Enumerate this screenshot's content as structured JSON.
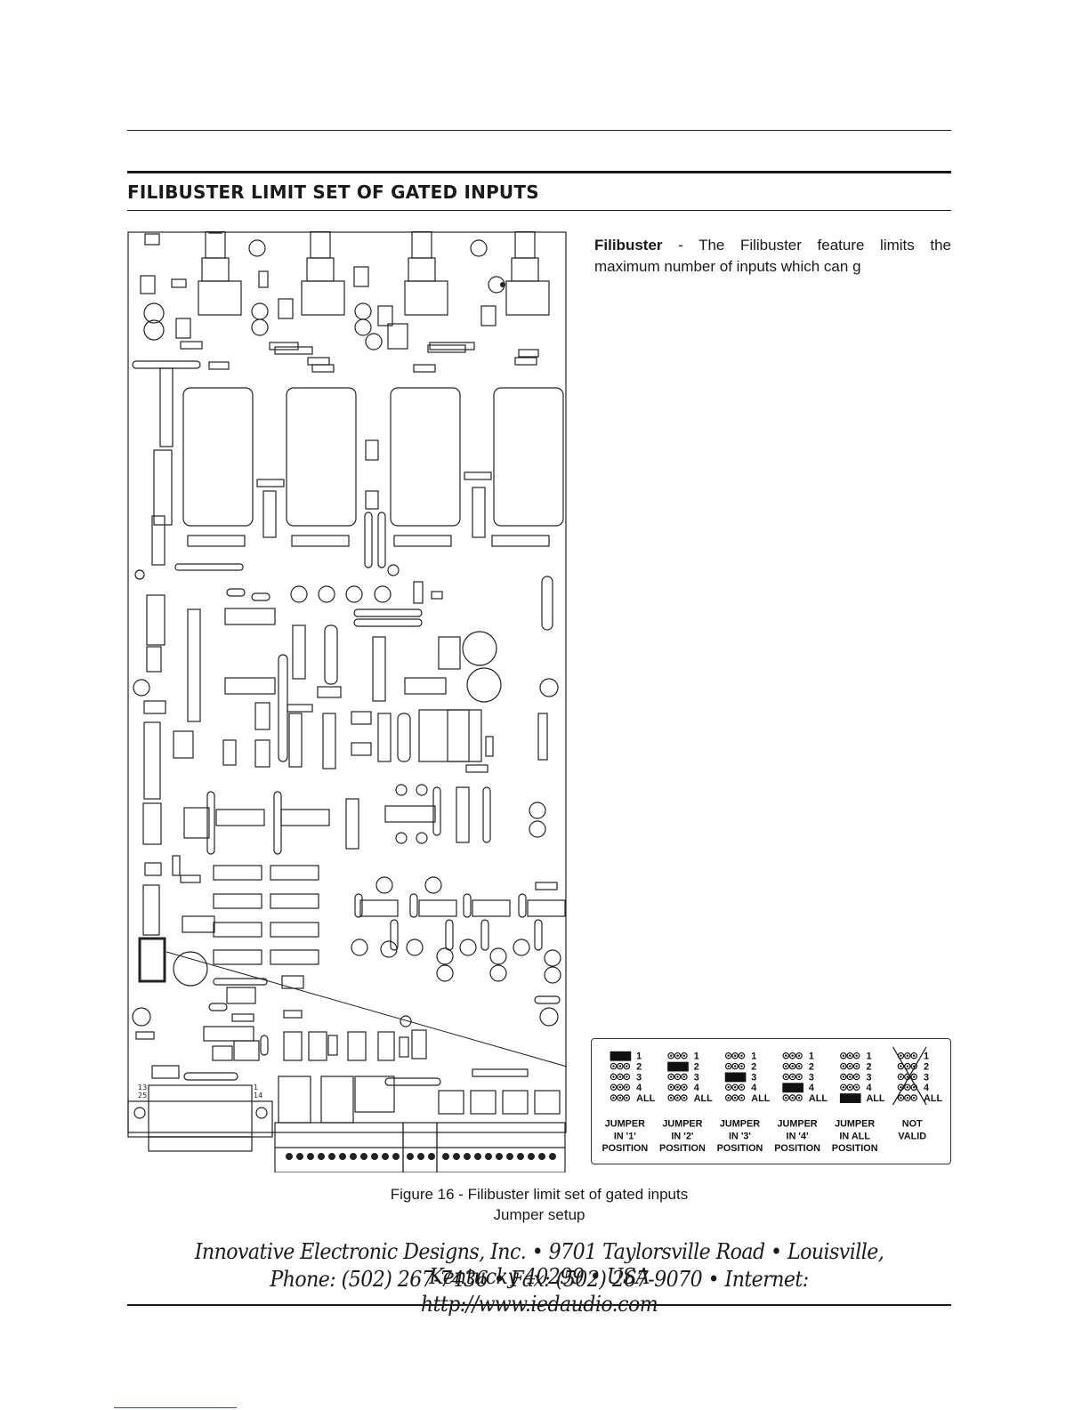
{
  "section": {
    "title": "FILIBUSTER LIMIT SET OF GATED INPUTS"
  },
  "intro": {
    "term": "Filibuster",
    "text": " - The Filibuster feature limits the maximum number of inputs which can g"
  },
  "pcb": {
    "connector_labels": [
      "13",
      "25",
      "1",
      "14"
    ]
  },
  "jumpers": {
    "row_labels": [
      "1",
      "2",
      "3",
      "4",
      "ALL"
    ],
    "configs": [
      {
        "caption": [
          "JUMPER",
          "IN '1'",
          "POSITION"
        ],
        "jumper_row": 0,
        "invalid": false
      },
      {
        "caption": [
          "JUMPER",
          "IN '2'",
          "POSITION"
        ],
        "jumper_row": 1,
        "invalid": false
      },
      {
        "caption": [
          "JUMPER",
          "IN '3'",
          "POSITION"
        ],
        "jumper_row": 2,
        "invalid": false
      },
      {
        "caption": [
          "JUMPER",
          "IN '4'",
          "POSITION"
        ],
        "jumper_row": 3,
        "invalid": false
      },
      {
        "caption": [
          "JUMPER",
          "IN ALL",
          "POSITION"
        ],
        "jumper_row": 4,
        "invalid": false
      },
      {
        "caption": [
          "NOT",
          "VALID"
        ],
        "jumper_row": -1,
        "invalid": true
      }
    ]
  },
  "figure": {
    "caption_line1": "Figure 16 - Filibuster limit set of gated inputs",
    "caption_line2": "Jumper setup"
  },
  "footer": {
    "line1": "Innovative Electronic Designs, Inc. • 9701 Taylorsville Road  • Louisville, Kentucky   40299 • USA",
    "line2": "Phone: (502) 267-7436  • Fax:  (502)  267-9070  •  Internet:  http://www.iedaudio.com"
  }
}
